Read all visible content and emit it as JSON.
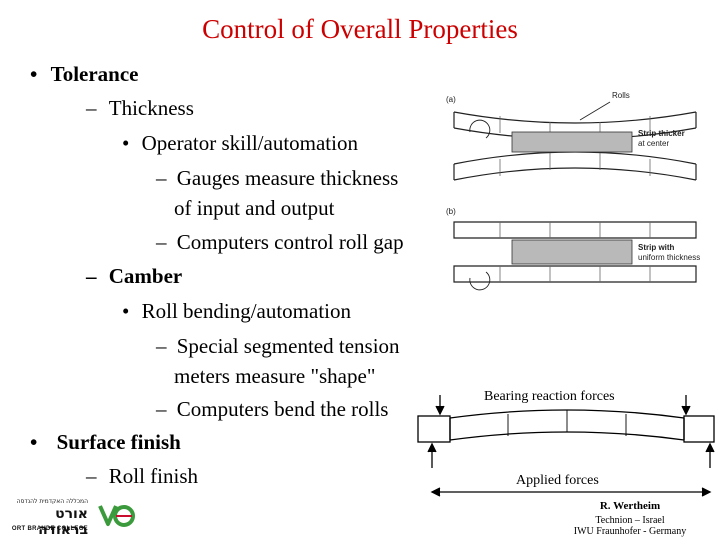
{
  "slide": {
    "title": "Control of Overall Properties",
    "lines": [
      {
        "marker": "•",
        "text": "Tolerance"
      },
      {
        "marker": "–",
        "text": "Thickness"
      },
      {
        "marker": "•",
        "text": "Operator skill/automation"
      },
      {
        "marker": "–",
        "text": "Gauges measure thickness"
      },
      {
        "marker": "",
        "text": "of input and output"
      },
      {
        "marker": "–",
        "text": "Computers control roll gap"
      },
      {
        "marker": "–",
        "text": "Camber"
      },
      {
        "marker": "•",
        "text": "Roll bending/automation"
      },
      {
        "marker": "–",
        "text": "Special segmented tension"
      },
      {
        "marker": "",
        "text": "meters measure \"shape\""
      },
      {
        "marker": "–",
        "text": "Computers bend the rolls"
      },
      {
        "marker": "•",
        "text": "Surface finish"
      },
      {
        "marker": "–",
        "text": "Roll finish"
      }
    ]
  },
  "figure": {
    "label_a": "(a)",
    "label_b": "(b)",
    "rolls": "Rolls",
    "strip_thicker_1": "Strip thicker",
    "strip_thicker_2": "at center",
    "strip_with_1": "Strip with",
    "strip_with_2": "uniform thickness"
  },
  "diagram": {
    "bearing": "Bearing reaction forces",
    "applied": "Applied  forces"
  },
  "credit": {
    "name": "R. Wertheim",
    "line1": "Technion – Israel",
    "line2": "IWU Fraunhofer - Germany"
  },
  "logo": {
    "hebrew_top": "המכללה האקדמית להנדסה",
    "hebrew_main": "אורט בראודה",
    "english": "ORT BRAUDE COLLEGE"
  },
  "colors": {
    "title": "#cc0000",
    "logo_green": "#3b9a3b",
    "logo_red": "#c8102e"
  }
}
